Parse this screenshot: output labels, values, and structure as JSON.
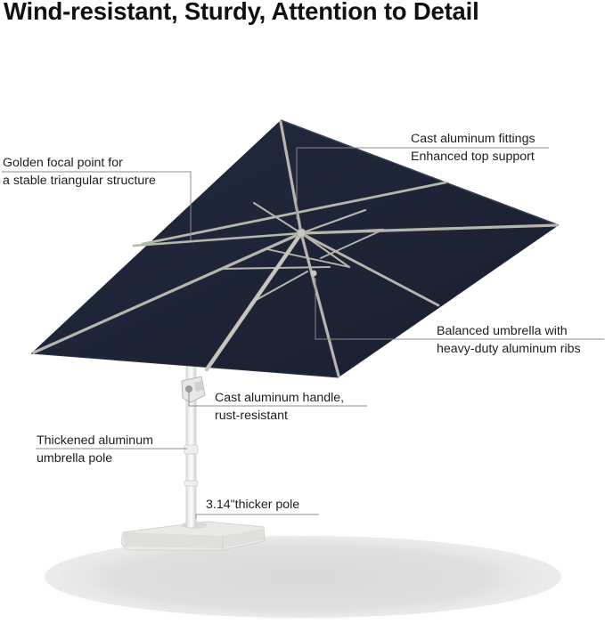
{
  "heading": "Wind-resistant, Sturdy, Attention to Detail",
  "callouts": {
    "focal_line1": "Golden focal point for",
    "focal_line2": "a stable triangular structure",
    "fittings_line1": "Cast aluminum fittings",
    "fittings_line2": "Enhanced top support",
    "ribs_line1": "Balanced umbrella with",
    "ribs_line2": "heavy-duty aluminum ribs",
    "handle_line1": "Cast aluminum handle,",
    "handle_line2": "rust-resistant",
    "pole_line1": "Thickened aluminum",
    "pole_line2": "umbrella pole",
    "thick_line1": "3.14\"thicker pole"
  },
  "colors": {
    "canopy": "#1f2436",
    "canopy_dark": "#181c2b",
    "rib": "#b9b6ae",
    "pole": "#f3f3f3",
    "base": "#ececea",
    "shadow": "#d6d6d6",
    "leader": "#8e8e8e"
  }
}
